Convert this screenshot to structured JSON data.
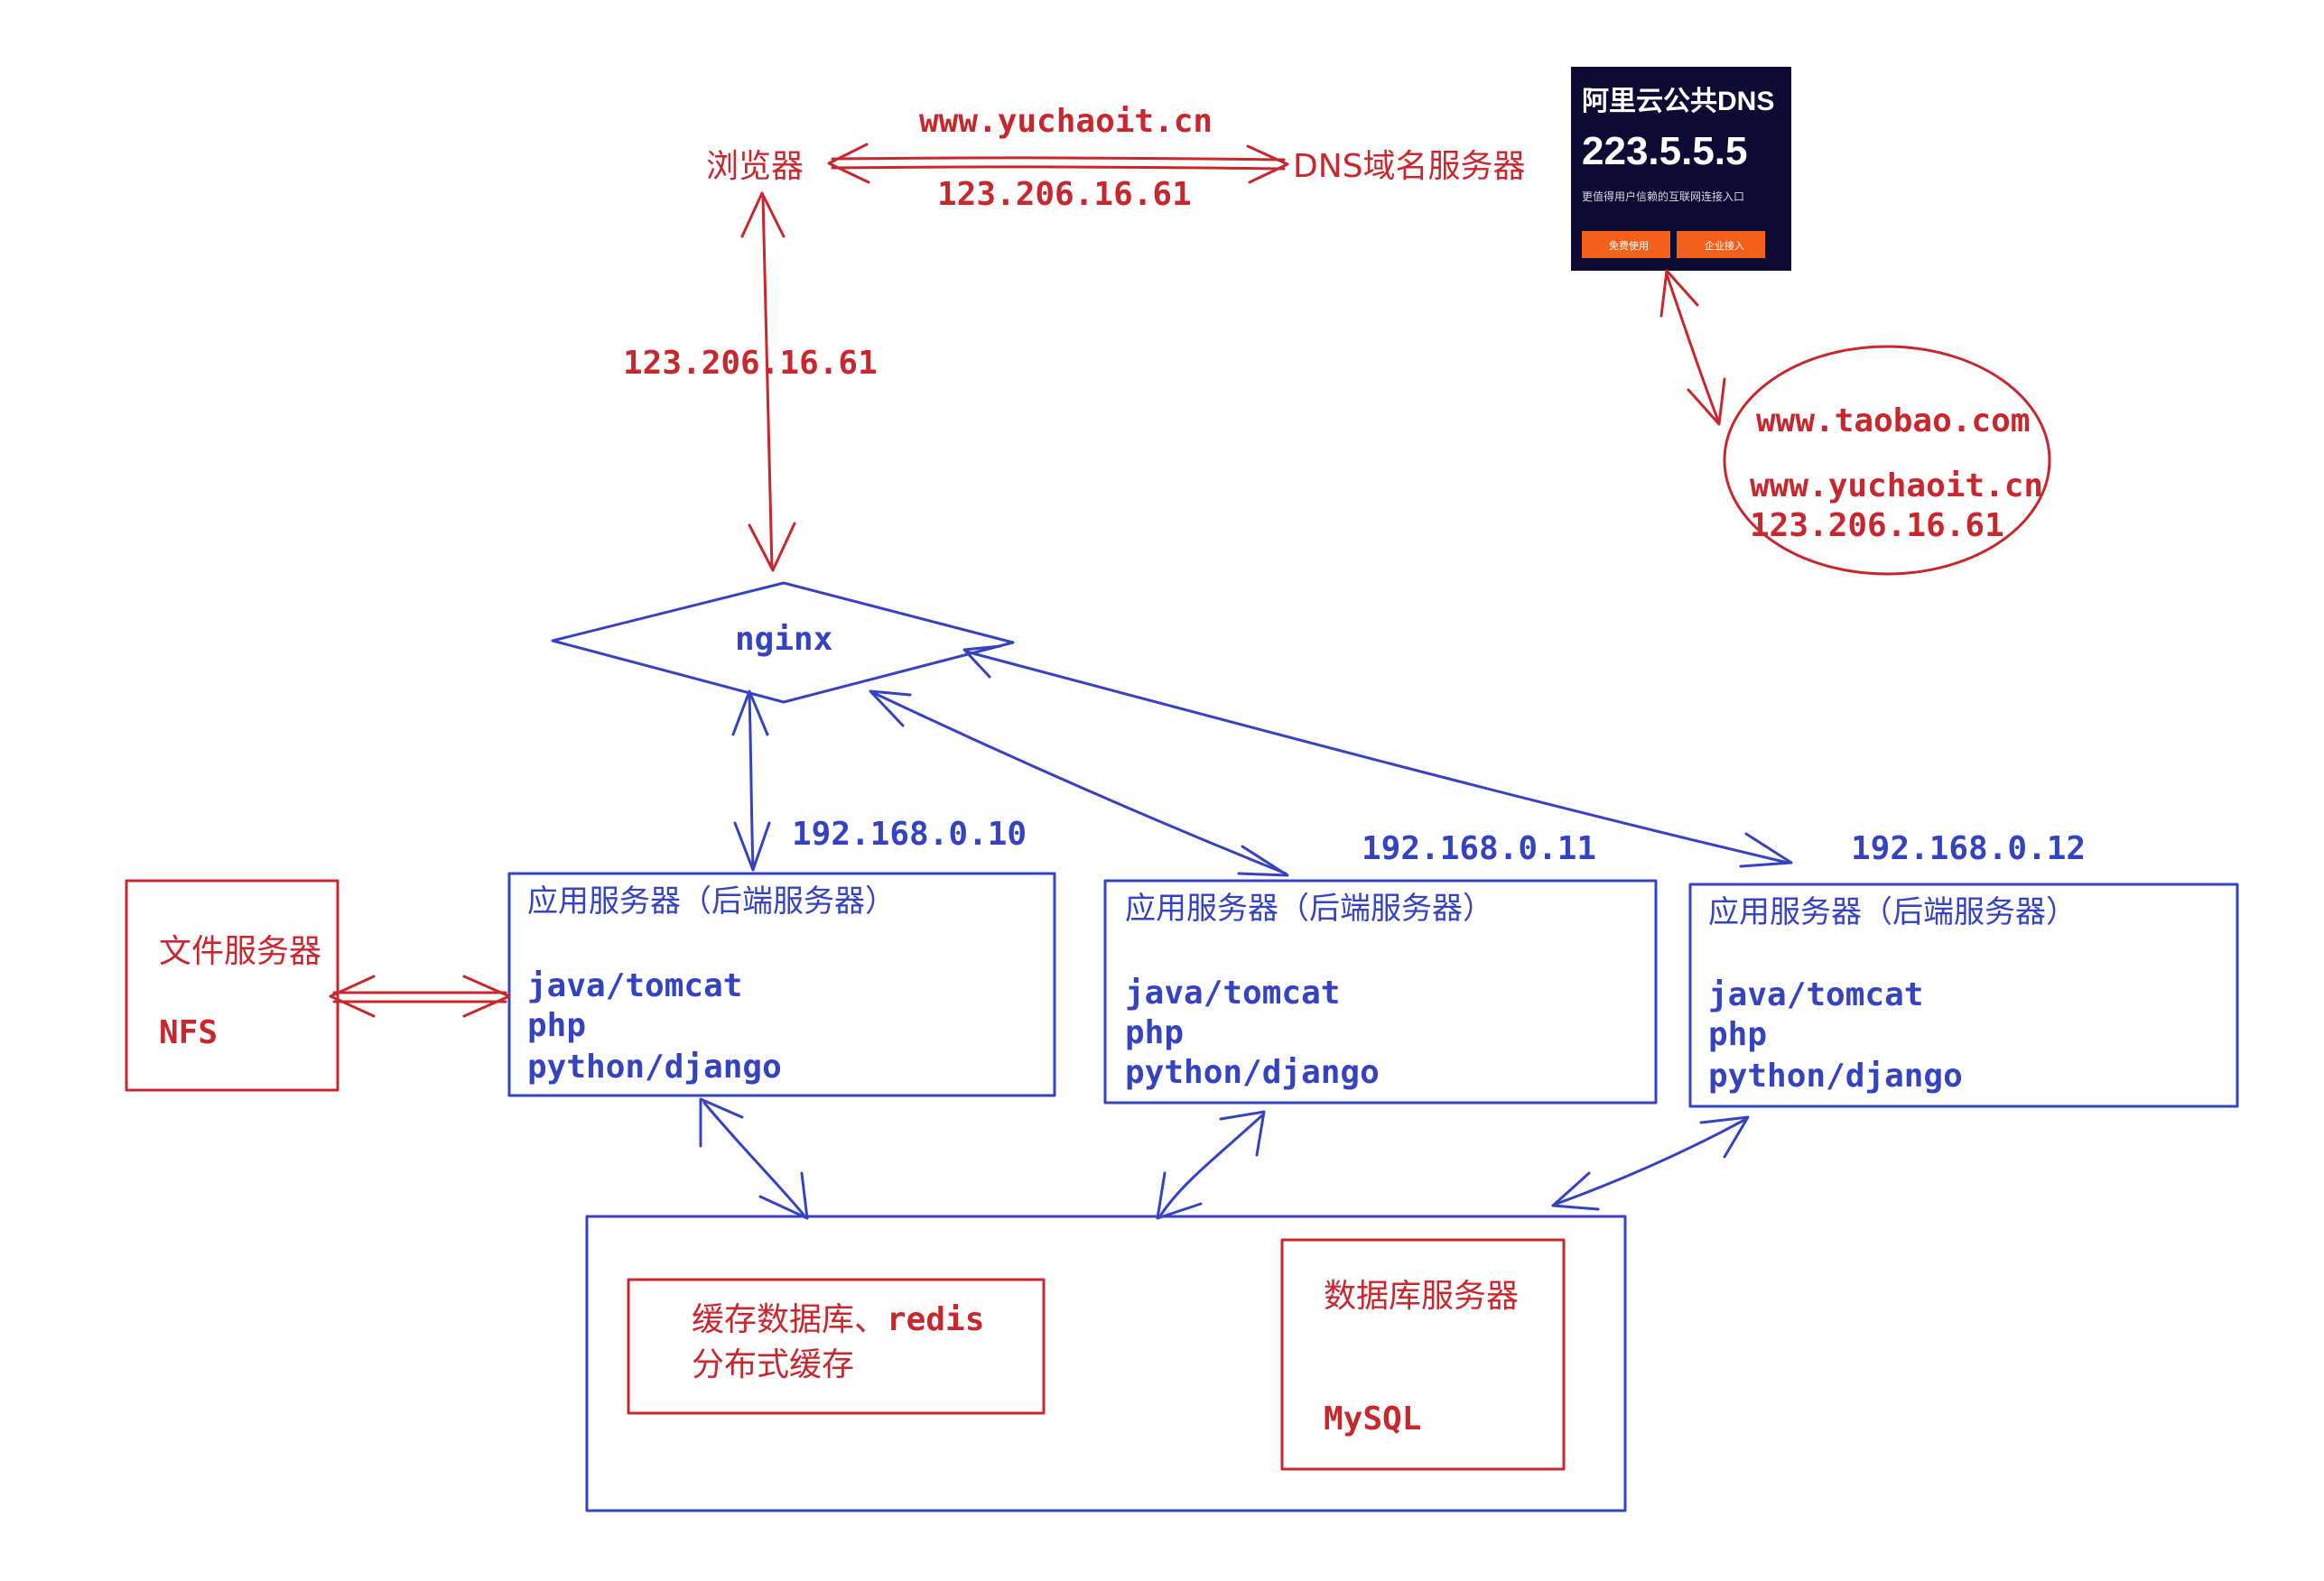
{
  "colors": {
    "red": "#c8282d",
    "blue": "#3543c0",
    "dns_card_bg": "#0d0a33",
    "dns_button": "#f2601c"
  },
  "browser": {
    "label": "浏览器"
  },
  "dns_server": {
    "label": "DNS域名服务器"
  },
  "dns_query": {
    "domain": "www.yuchaoit.cn",
    "answer_ip": "123.206.16.61"
  },
  "browser_to_nginx_ip": "123.206.16.61",
  "dns_card": {
    "title": "阿里云公共DNS",
    "ip": "223.5.5.5",
    "subtitle": "更值得用户信赖的互联网连接入口",
    "button_primary": "免费使用",
    "button_secondary": "企业接入"
  },
  "dns_records": {
    "line1": "www.taobao.com",
    "line2": "www.yuchaoit.cn",
    "line3": "123.206.16.61"
  },
  "nginx": {
    "label": "nginx"
  },
  "app_servers": [
    {
      "ip": "192.168.0.10",
      "title": "应用服务器（后端服务器）",
      "line1": "java/tomcat",
      "line2": "php",
      "line3": "python/django"
    },
    {
      "ip": "192.168.0.11",
      "title": "应用服务器（后端服务器）",
      "line1": "java/tomcat",
      "line2": "php",
      "line3": "python/django"
    },
    {
      "ip": "192.168.0.12",
      "title": "应用服务器（后端服务器）",
      "line1": "java/tomcat",
      "line2": "php",
      "line3": "python/django"
    }
  ],
  "file_server": {
    "title": "文件服务器",
    "subtitle": "NFS"
  },
  "cache": {
    "line1_cn": "缓存数据库、",
    "line1_en": "redis",
    "line2": "分布式缓存"
  },
  "database": {
    "title": "数据库服务器",
    "subtitle": "MySQL"
  }
}
